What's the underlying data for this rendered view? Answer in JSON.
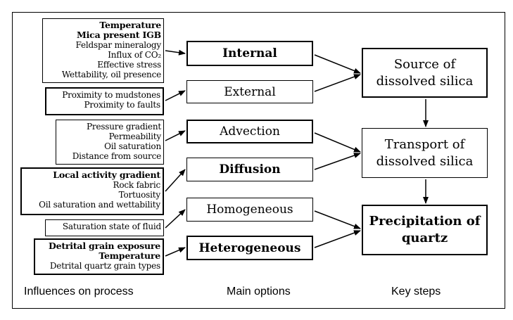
{
  "influences": [
    {
      "id": "internal",
      "thick": false,
      "lines": [
        {
          "text": "Temperature",
          "bold": true
        },
        {
          "text": "Mica present IGB",
          "bold": true
        },
        {
          "text": "Feldspar mineralogy",
          "bold": false
        },
        {
          "text": "Influx of CO₂",
          "bold": false
        },
        {
          "text": "Effective stress",
          "bold": false
        },
        {
          "text": "Wettability, oil presence",
          "bold": false
        }
      ]
    },
    {
      "id": "external",
      "thick": true,
      "lines": [
        {
          "text": "Proximity to mudstones",
          "bold": false
        },
        {
          "text": "Proximity to faults",
          "bold": false
        }
      ]
    },
    {
      "id": "advection",
      "thick": false,
      "lines": [
        {
          "text": "Pressure gradient",
          "bold": false
        },
        {
          "text": "Permeability",
          "bold": false
        },
        {
          "text": "Oil saturation",
          "bold": false
        },
        {
          "text": "Distance from source",
          "bold": false
        }
      ]
    },
    {
      "id": "diffusion",
      "thick": true,
      "lines": [
        {
          "text": "Local activity gradient",
          "bold": true
        },
        {
          "text": "Rock fabric",
          "bold": false
        },
        {
          "text": "Tortuosity",
          "bold": false
        },
        {
          "text": "Oil saturation and wettability",
          "bold": false
        }
      ]
    },
    {
      "id": "homogeneous",
      "thick": false,
      "lines": [
        {
          "text": "Saturation state of fluid",
          "bold": false
        }
      ]
    },
    {
      "id": "heterogeneous",
      "thick": true,
      "lines": [
        {
          "text": "Detrital grain exposure",
          "bold": true
        },
        {
          "text": "Temperature",
          "bold": true
        },
        {
          "text": "Detrital quartz grain types",
          "bold": false
        }
      ]
    }
  ],
  "options": [
    {
      "id": "internal",
      "label": "Internal",
      "bold": true
    },
    {
      "id": "external",
      "label": "External",
      "bold": false
    },
    {
      "id": "advection",
      "label": "Advection",
      "bold": false
    },
    {
      "id": "diffusion",
      "label": "Diffusion",
      "bold": true
    },
    {
      "id": "homogeneous",
      "label": "Homogeneous",
      "bold": false
    },
    {
      "id": "heterogeneous",
      "label": "Heterogeneous",
      "bold": true
    }
  ],
  "key_steps": [
    {
      "id": "source",
      "lines": [
        "Source of",
        "dissolved silica"
      ],
      "bold": false
    },
    {
      "id": "transport",
      "lines": [
        "Transport of",
        "dissolved silica"
      ],
      "bold": false
    },
    {
      "id": "precipitation",
      "lines": [
        "Precipitation of",
        "quartz"
      ],
      "bold": true
    }
  ],
  "column_labels": {
    "influences": "Influences on process",
    "options": "Main options",
    "key_steps": "Key steps"
  }
}
